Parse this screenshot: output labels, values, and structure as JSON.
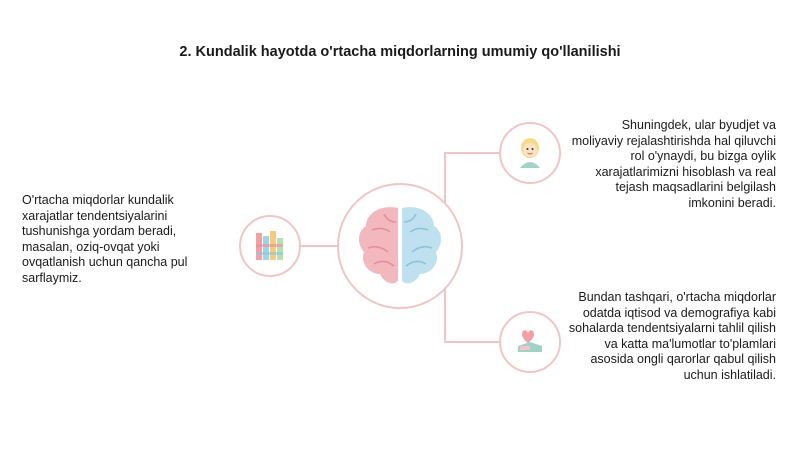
{
  "title": "2. Kundalik hayotda o'rtacha miqdorlarning umumiy qo'llanilishi",
  "left_text": "O'rtacha miqdorlar kundalik xarajatlar tendentsiyalarini tushunishga yordam beradi, masalan, oziq-ovqat yoki ovqatlanish uchun qancha pul sarflaymiz.",
  "right_top_text": "Shuningdek, ular byudjet va moliyaviy rejalashtirishda hal qiluvchi rol o'ynaydi, bu bizga oylik xarajatlarimizni hisoblash va real tejash maqsadlarini belgilash imkonini beradi.",
  "right_bottom_text": "Bundan tashqari, o'rtacha miqdorlar odatda iqtisod va demografiya kabi sohalarda tendentsiyalarni tahlil qilish va katta ma'lumotlar to'plamlari asosida ongli qarorlar qabul qilish uchun ishlatiladi.",
  "icons": {
    "center": "brain-icon",
    "left": "bar-chart-icon",
    "right_top": "person-icon",
    "right_bottom": "hand-heart-icon"
  },
  "colors": {
    "ring": "#efc6c6",
    "brain_left": "#f2b8be",
    "brain_right": "#bfe0ee"
  }
}
